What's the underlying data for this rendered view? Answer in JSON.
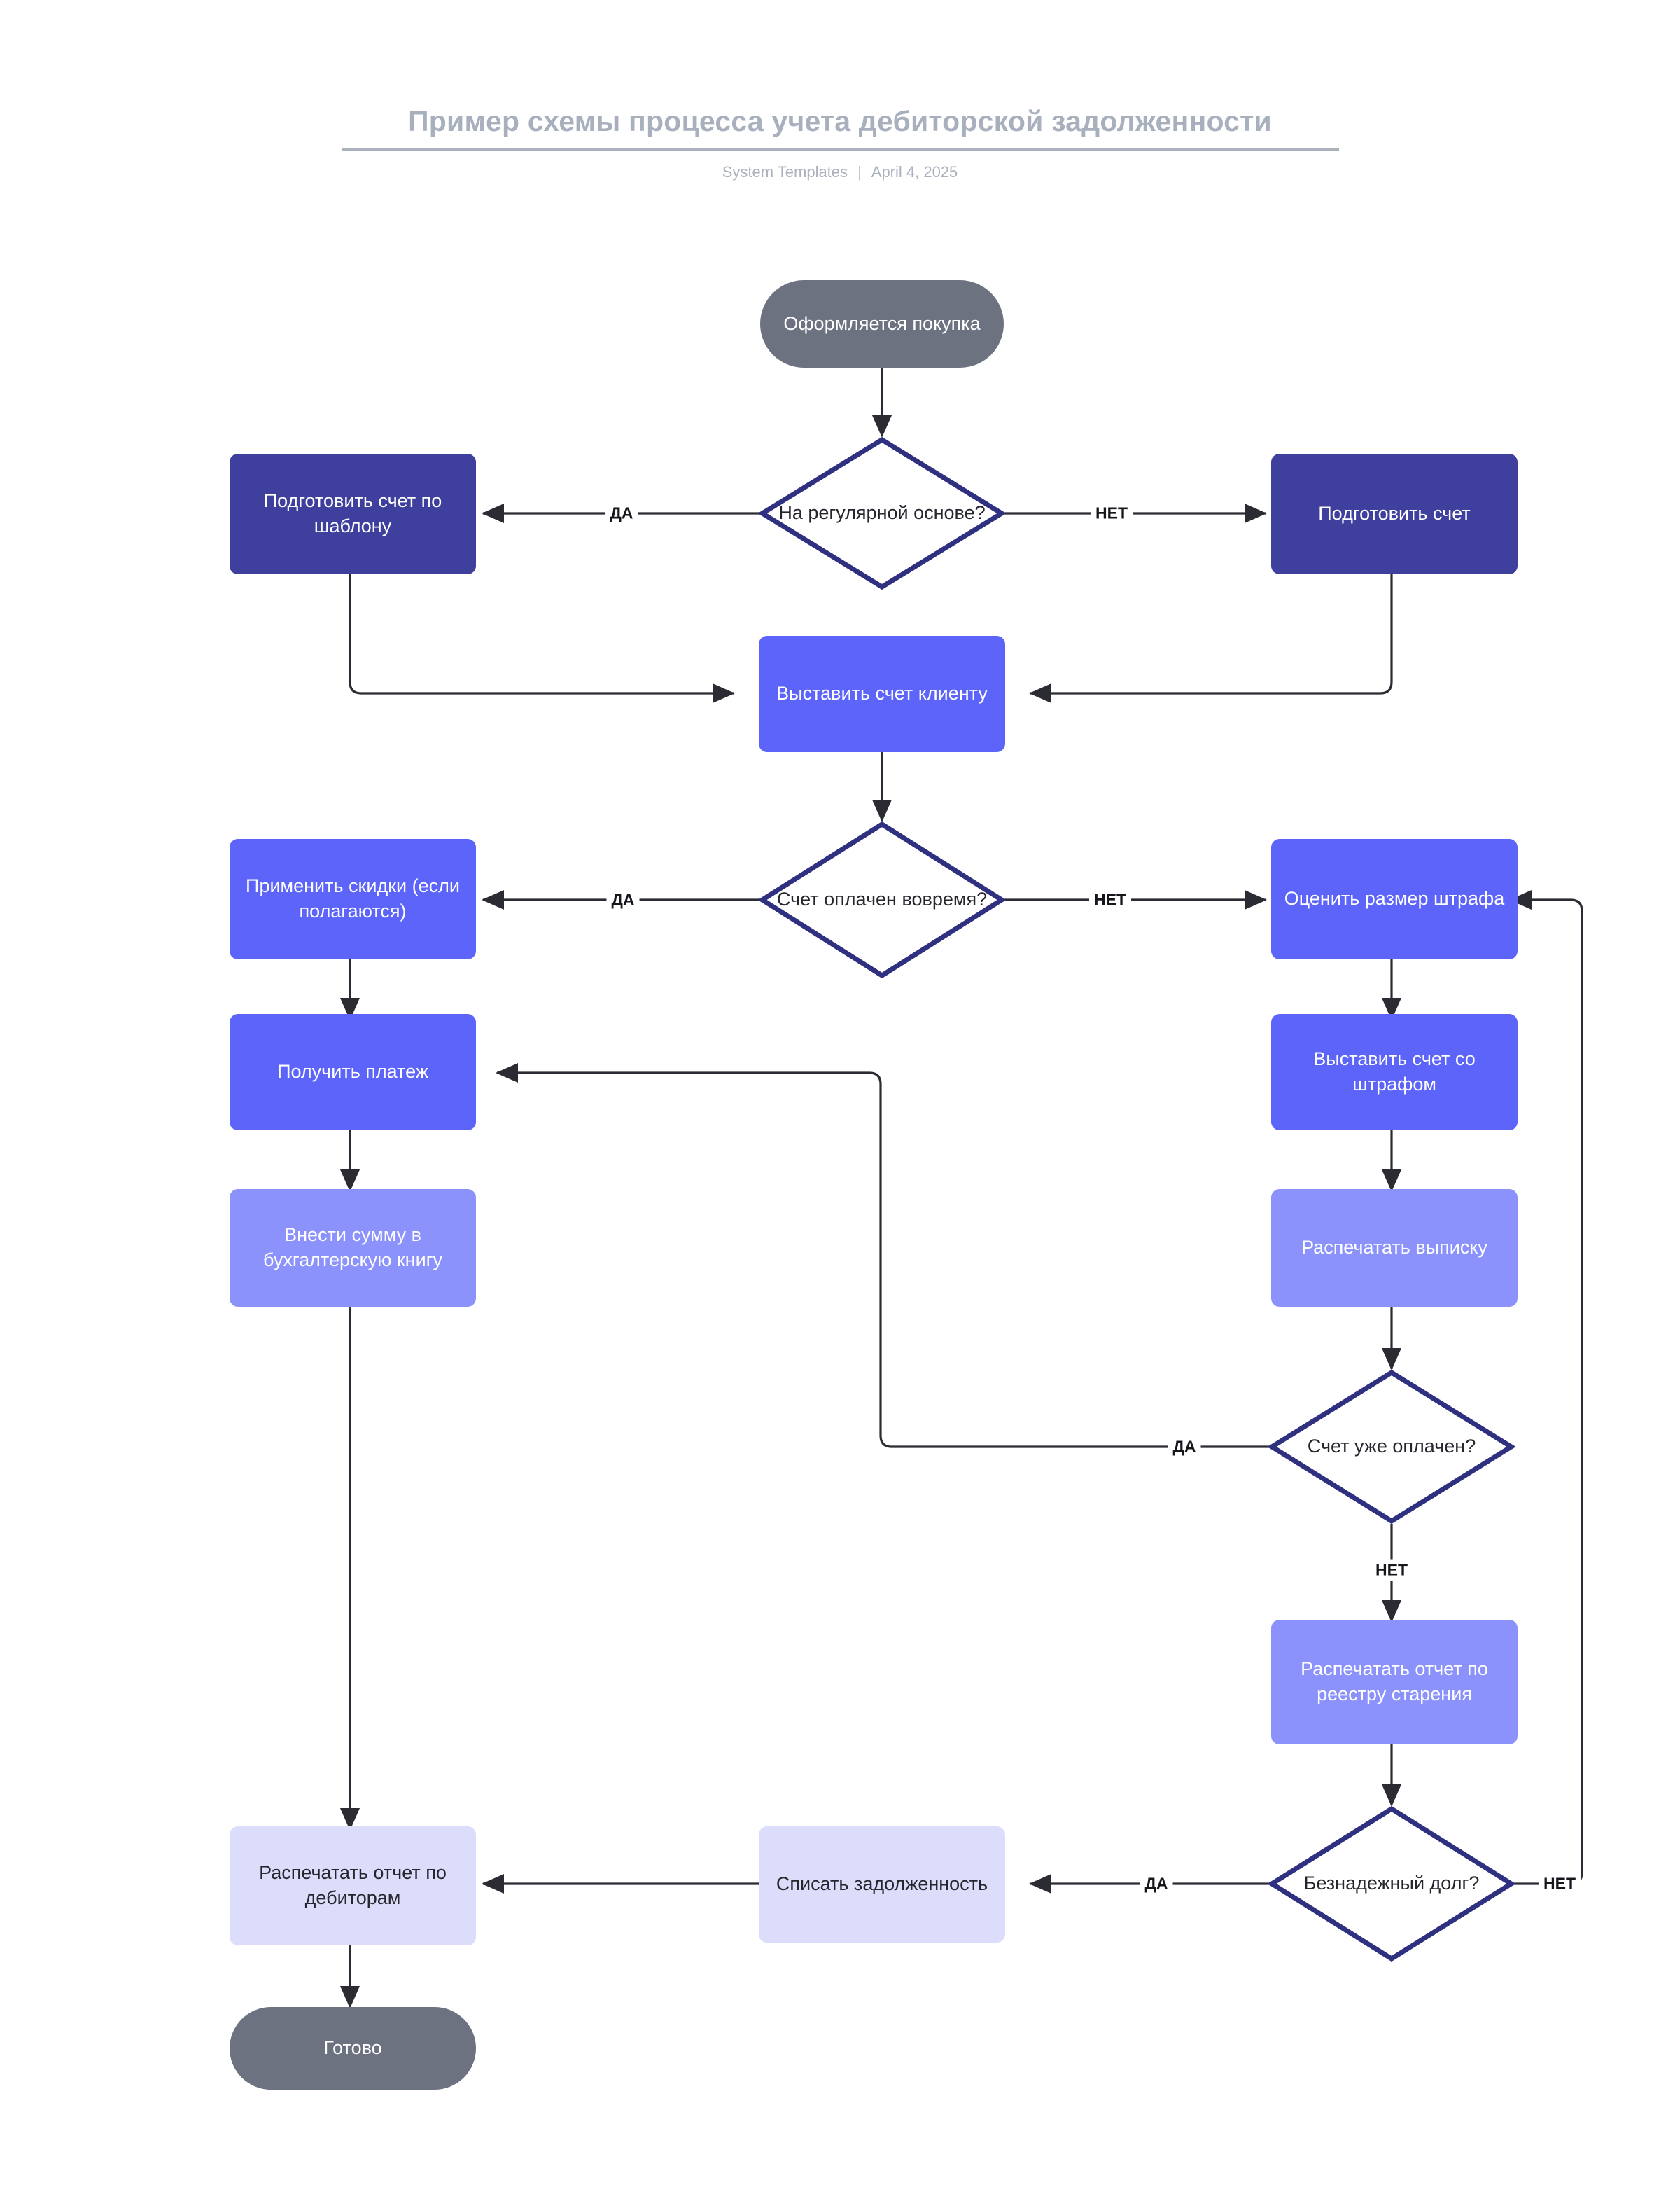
{
  "header": {
    "title": "Пример схемы процесса учета дебиторской задолженности",
    "source": "System Templates",
    "date": "April 4, 2025",
    "divider": "|"
  },
  "colors": {
    "gray": "#6c7280",
    "indigo": "#3f3f9e",
    "blue": "#5c64fa",
    "mid_lavender": "#8b92fb",
    "light_lavender": "#dcdcfb",
    "diamond_border": "#2f3080",
    "connector": "#2b2b33",
    "header_text": "#a9b0bd"
  },
  "nodes": {
    "start": "Оформляется покупка",
    "d_regular": "На регулярной основе?",
    "prepare_template": "Подготовить счет по шаблону",
    "prepare_invoice": "Подготовить счет",
    "issue_invoice": "Выставить счет клиенту",
    "d_paid_on_time": "Счет оплачен вовремя?",
    "apply_discounts": "Применить скидки (если полагаются)",
    "assess_penalty": "Оценить размер штрафа",
    "receive_payment": "Получить платеж",
    "issue_penalty_invoice": "Выставить счет со штрафом",
    "record_ledger": "Внести сумму в бухгалтерскую книгу",
    "print_statement": "Распечатать выписку",
    "d_already_paid": "Счет уже оплачен?",
    "print_aging": "Распечатать отчет по реестру старения",
    "print_debtors": "Распечатать отчет по дебиторам",
    "write_off": "Списать задолженность",
    "d_bad_debt": "Безнадежный долг?",
    "end": "Готово"
  },
  "edge_labels": {
    "regular_yes": "ДА",
    "regular_no": "НЕТ",
    "paid_yes": "ДА",
    "paid_no": "НЕТ",
    "already_paid_yes": "ДА",
    "already_paid_no": "НЕТ",
    "bad_debt_yes": "ДА",
    "bad_debt_no": "НЕТ"
  }
}
